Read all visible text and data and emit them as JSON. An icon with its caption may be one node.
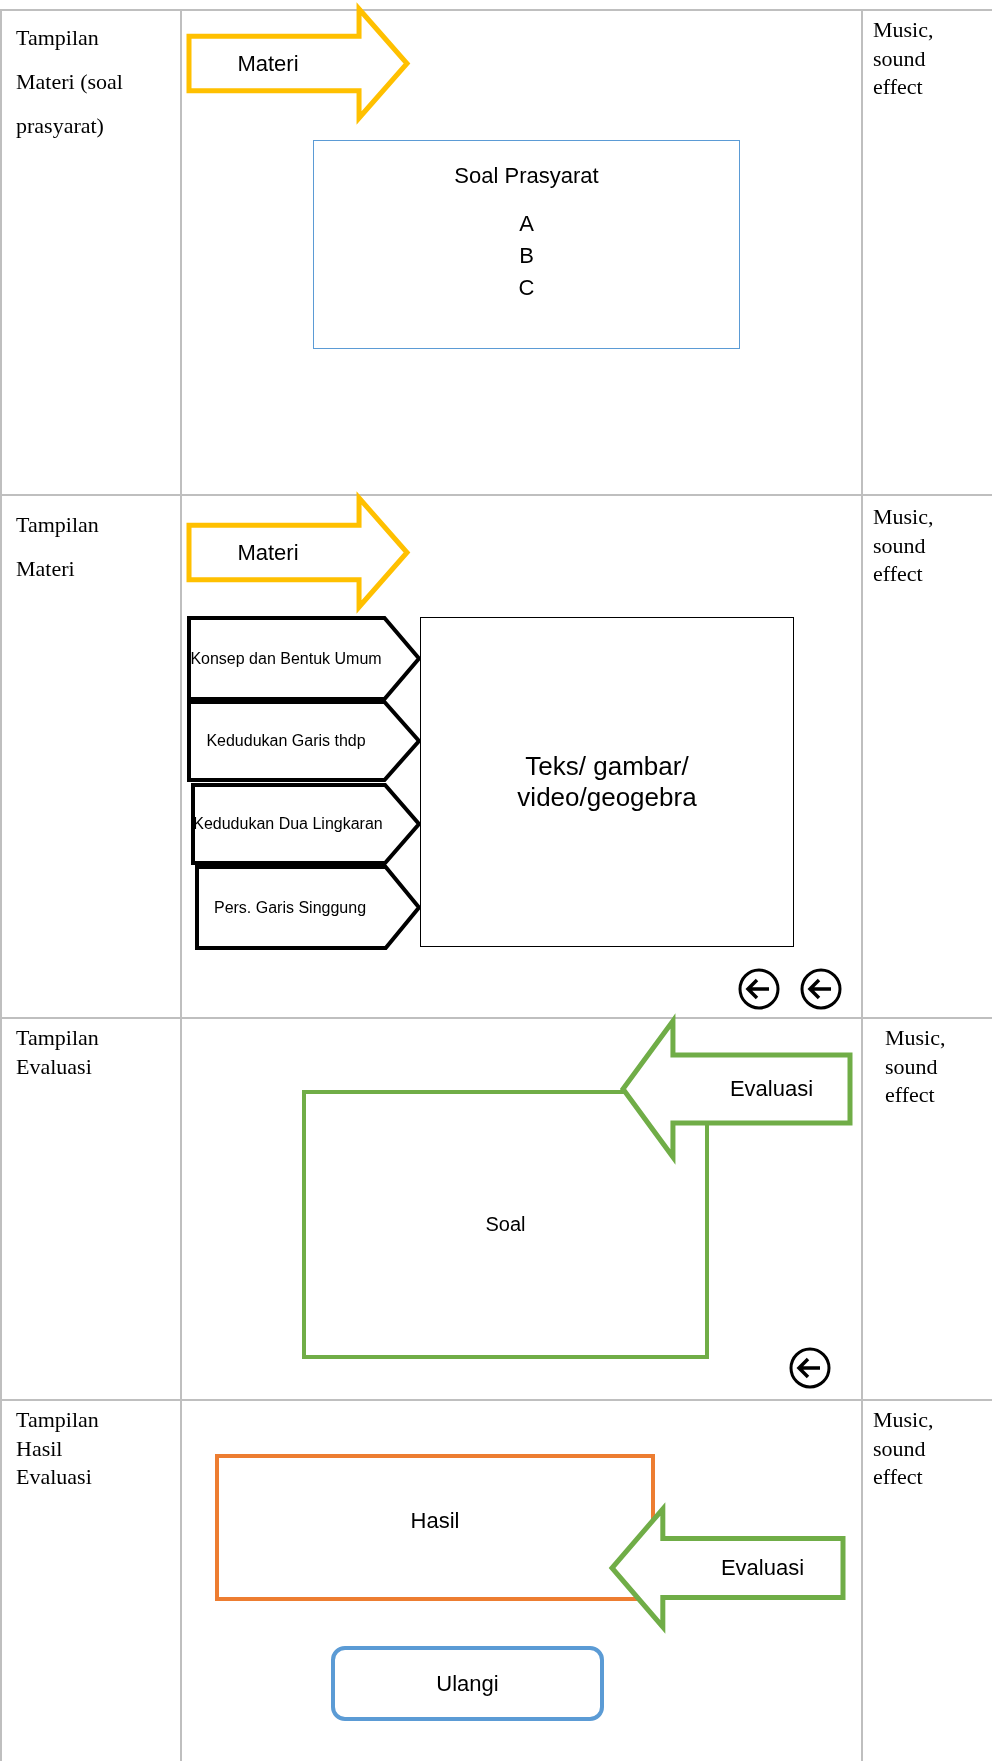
{
  "diagram": {
    "nodes": [
      {
        "text": [
          "Materi"
        ]
      },
      {
        "text": [
          "Soal Prasyarat",
          "A",
          "B",
          "C"
        ]
      },
      {
        "text": [
          "Materi"
        ]
      },
      {
        "text": [
          "Konsep dan Bentuk Umum"
        ]
      },
      {
        "text": [
          "Kedudukan Garis thdp"
        ]
      },
      {
        "text": [
          "Kedudukan Dua Lingkaran"
        ]
      },
      {
        "text": [
          "Pers. Garis Singgung"
        ]
      },
      {
        "text": [
          "Teks/ gambar/ video/geogebra"
        ]
      },
      {
        "text": [
          "Evaluasi"
        ]
      },
      {
        "text": [
          "Soal"
        ]
      },
      {
        "text": [
          "Hasil"
        ]
      },
      {
        "text": [
          "Evaluasi"
        ]
      },
      {
        "text": [
          "Ulangi"
        ]
      }
    ],
    "labels": [
      "Tampilan Materi (soal prasyarat)",
      "Music, sound effect",
      "Tampilan Materi",
      "Music, sound effect",
      "Tampilan Evaluasi",
      "Music, sound effect",
      "Tampilan Hasil Evaluasi",
      "Music, sound effect"
    ]
  }
}
